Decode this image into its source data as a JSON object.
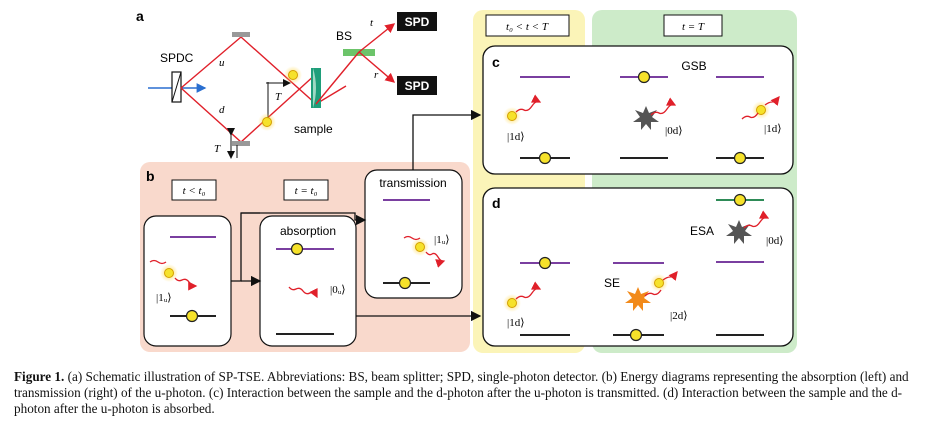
{
  "panels": {
    "a_label": "a",
    "b_label": "b",
    "c_label": "c",
    "d_label": "d"
  },
  "panel_a": {
    "spdc": "SPDC",
    "bs": "BS",
    "u": "u",
    "d": "d",
    "t_label": "t",
    "r_label": "r",
    "T_upper": "T",
    "T_lower": "T",
    "sample": "sample",
    "spd_top": "SPD",
    "spd_bottom": "SPD"
  },
  "panel_b": {
    "time1": "t < t₀",
    "time2": "t = t₀",
    "absorption": "absorption",
    "transmission": "transmission",
    "ket_1u_left": "|1ᵤ⟩",
    "ket_0u_mid": "|0ᵤ⟩",
    "ket_1u_right": "|1ᵤ⟩"
  },
  "panel_c": {
    "header_mid": "t₀ < t < T",
    "header_right": "t = T",
    "gsb": "GSB",
    "ket_1d_left": "|1d⟩",
    "ket_0d_mid": "|0d⟩",
    "ket_1d_right": "|1d⟩"
  },
  "panel_d": {
    "ket_1d": "|1d⟩",
    "se": "SE",
    "ket_2d": "|2d⟩",
    "esa": "ESA",
    "ket_0d": "|0d⟩"
  },
  "caption": {
    "bold": "Figure 1.",
    "text": " (a) Schematic illustration of SP-TSE. Abbreviations: BS, beam splitter; SPD, single-photon detector. (b) Energy diagrams representing the absorption (left) and transmission (right) of the u-photon. (c) Interaction between the sample and the d-photon after the u-photon is transmitted. (d) Interaction between the sample and the d-photon after the u-photon is absorbed."
  },
  "colors": {
    "level_upper": "#7a3fa0",
    "level_lower": "#222222",
    "electron": "#f6e22a",
    "beam": "#e0202a",
    "pump": "#2a6fd0",
    "bg_b": "#f9d9cc",
    "bg_mid": "#fbf4b8",
    "bg_right": "#cdebc9",
    "esa_level": "#2e8b57"
  }
}
